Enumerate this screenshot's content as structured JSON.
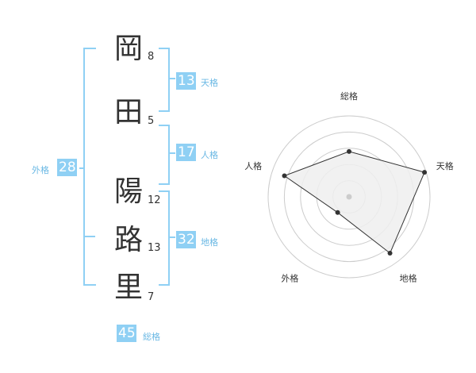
{
  "name": {
    "chars": [
      {
        "char": "岡",
        "strokes": "8"
      },
      {
        "char": "田",
        "strokes": "5"
      },
      {
        "char": "陽",
        "strokes": "12"
      },
      {
        "char": "路",
        "strokes": "13"
      },
      {
        "char": "里",
        "strokes": "7"
      }
    ]
  },
  "fortunes": {
    "tenkaku": {
      "value": "13",
      "label": "天格"
    },
    "jinkaku": {
      "value": "17",
      "label": "人格"
    },
    "chikaku": {
      "value": "32",
      "label": "地格"
    },
    "gaikaku": {
      "value": "28",
      "label": "外格"
    },
    "soukaku": {
      "value": "45",
      "label": "総格"
    }
  },
  "chart_data": {
    "type": "radar",
    "axes": [
      "総格",
      "天格",
      "地格",
      "外格",
      "人格"
    ],
    "values": [
      0.56,
      0.98,
      0.86,
      0.24,
      0.84
    ],
    "max": 1,
    "rings": 5,
    "colors": {
      "fill": "#eeeeee",
      "line": "#333333",
      "grid": "#cccccc",
      "center": "#cccccc"
    }
  }
}
